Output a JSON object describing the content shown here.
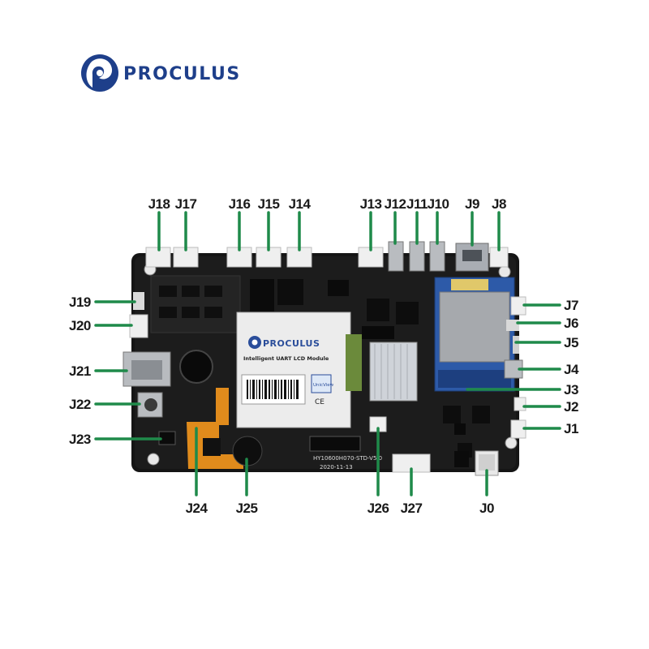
{
  "brand": {
    "name": "PROCULUS",
    "accent": "#1e3f8a",
    "logo_icon": "proculus-swirl-logo"
  },
  "board": {
    "sticker_brand": "PROCULUS",
    "sticker_subtitle": "Intelligent UART LCD Module",
    "sticker_badge": "UnicView",
    "sticker_marks": "CE",
    "silk_model": "HY10600H070-STD-V5.0",
    "silk_date": "2020-11-13"
  },
  "connectors": {
    "top": [
      "J18",
      "J17",
      "J16",
      "J15",
      "J14",
      "J13",
      "J12",
      "J11",
      "J10",
      "J9",
      "J8"
    ],
    "left": [
      "J19",
      "J20",
      "J21",
      "J22",
      "J23"
    ],
    "right": [
      "J7",
      "J6",
      "J5",
      "J4",
      "J3",
      "J2",
      "J1"
    ],
    "bottom": [
      "J24",
      "J25",
      "J26",
      "J27",
      "J0"
    ]
  },
  "colors": {
    "leader": "#1f8a4a",
    "pcb": "#151515",
    "label": "#1a1a1a"
  }
}
